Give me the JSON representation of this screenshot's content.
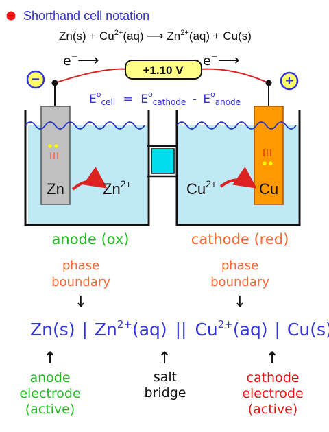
{
  "title": "Shorthand cell notation",
  "reaction": {
    "left": "Zn(s) + Cu",
    "left_sup": "2+",
    "left_tail": "(aq)",
    "arrow": "⟶",
    "right": "Zn",
    "right_sup": "2+",
    "right_tail": "(aq) + Cu(s)"
  },
  "electron": {
    "symbol": "e",
    "charge": "−",
    "arrow": "⟶"
  },
  "voltage": "+1.10 V",
  "terminals": {
    "negative": "−",
    "positive": "+"
  },
  "ecell": {
    "E": "E",
    "deg": "o",
    "cell": "cell",
    "eq": "=",
    "cathode": "cathode",
    "minus": "-",
    "anode": "anode"
  },
  "half_cells": {
    "anode": {
      "metal": "Zn",
      "ion": "Zn",
      "ion_charge": "2+",
      "label": "anode (ox)"
    },
    "cathode": {
      "metal": "Cu",
      "ion": "Cu",
      "ion_charge": "2+",
      "label": "cathode (red)"
    }
  },
  "phase_boundary": {
    "line1": "phase",
    "line2": "boundary",
    "arrow": "↓"
  },
  "notation": {
    "p1": "Zn(s)",
    "bar": "|",
    "p2": "Zn",
    "p2_sup": "2+",
    "p2_tail": "(aq)",
    "double_bar": "||",
    "p3": "Cu",
    "p3_sup": "2+",
    "p3_tail": "(aq)",
    "p4": "Cu(s)"
  },
  "bottom_labels": {
    "arrow": "↑",
    "anode": [
      "anode",
      "electrode",
      "(active)"
    ],
    "bridge": [
      "salt",
      "bridge"
    ],
    "cathode": [
      "cathode",
      "electrode",
      "(active)"
    ]
  },
  "colors": {
    "title": "#3333cc",
    "bullet": "#ee1111",
    "blue_ink": "#3333dd",
    "anode_green": "#22bb22",
    "cathode_orange": "#ff6633",
    "red_ink": "#ee1111",
    "solution": "#bfe9f5",
    "zn_electrode": "#c0c0c0",
    "cu_electrode": "#ff9900",
    "salt_bridge": "#00ddee",
    "voltmeter": "#ffff88",
    "wire": "#dd2222"
  }
}
